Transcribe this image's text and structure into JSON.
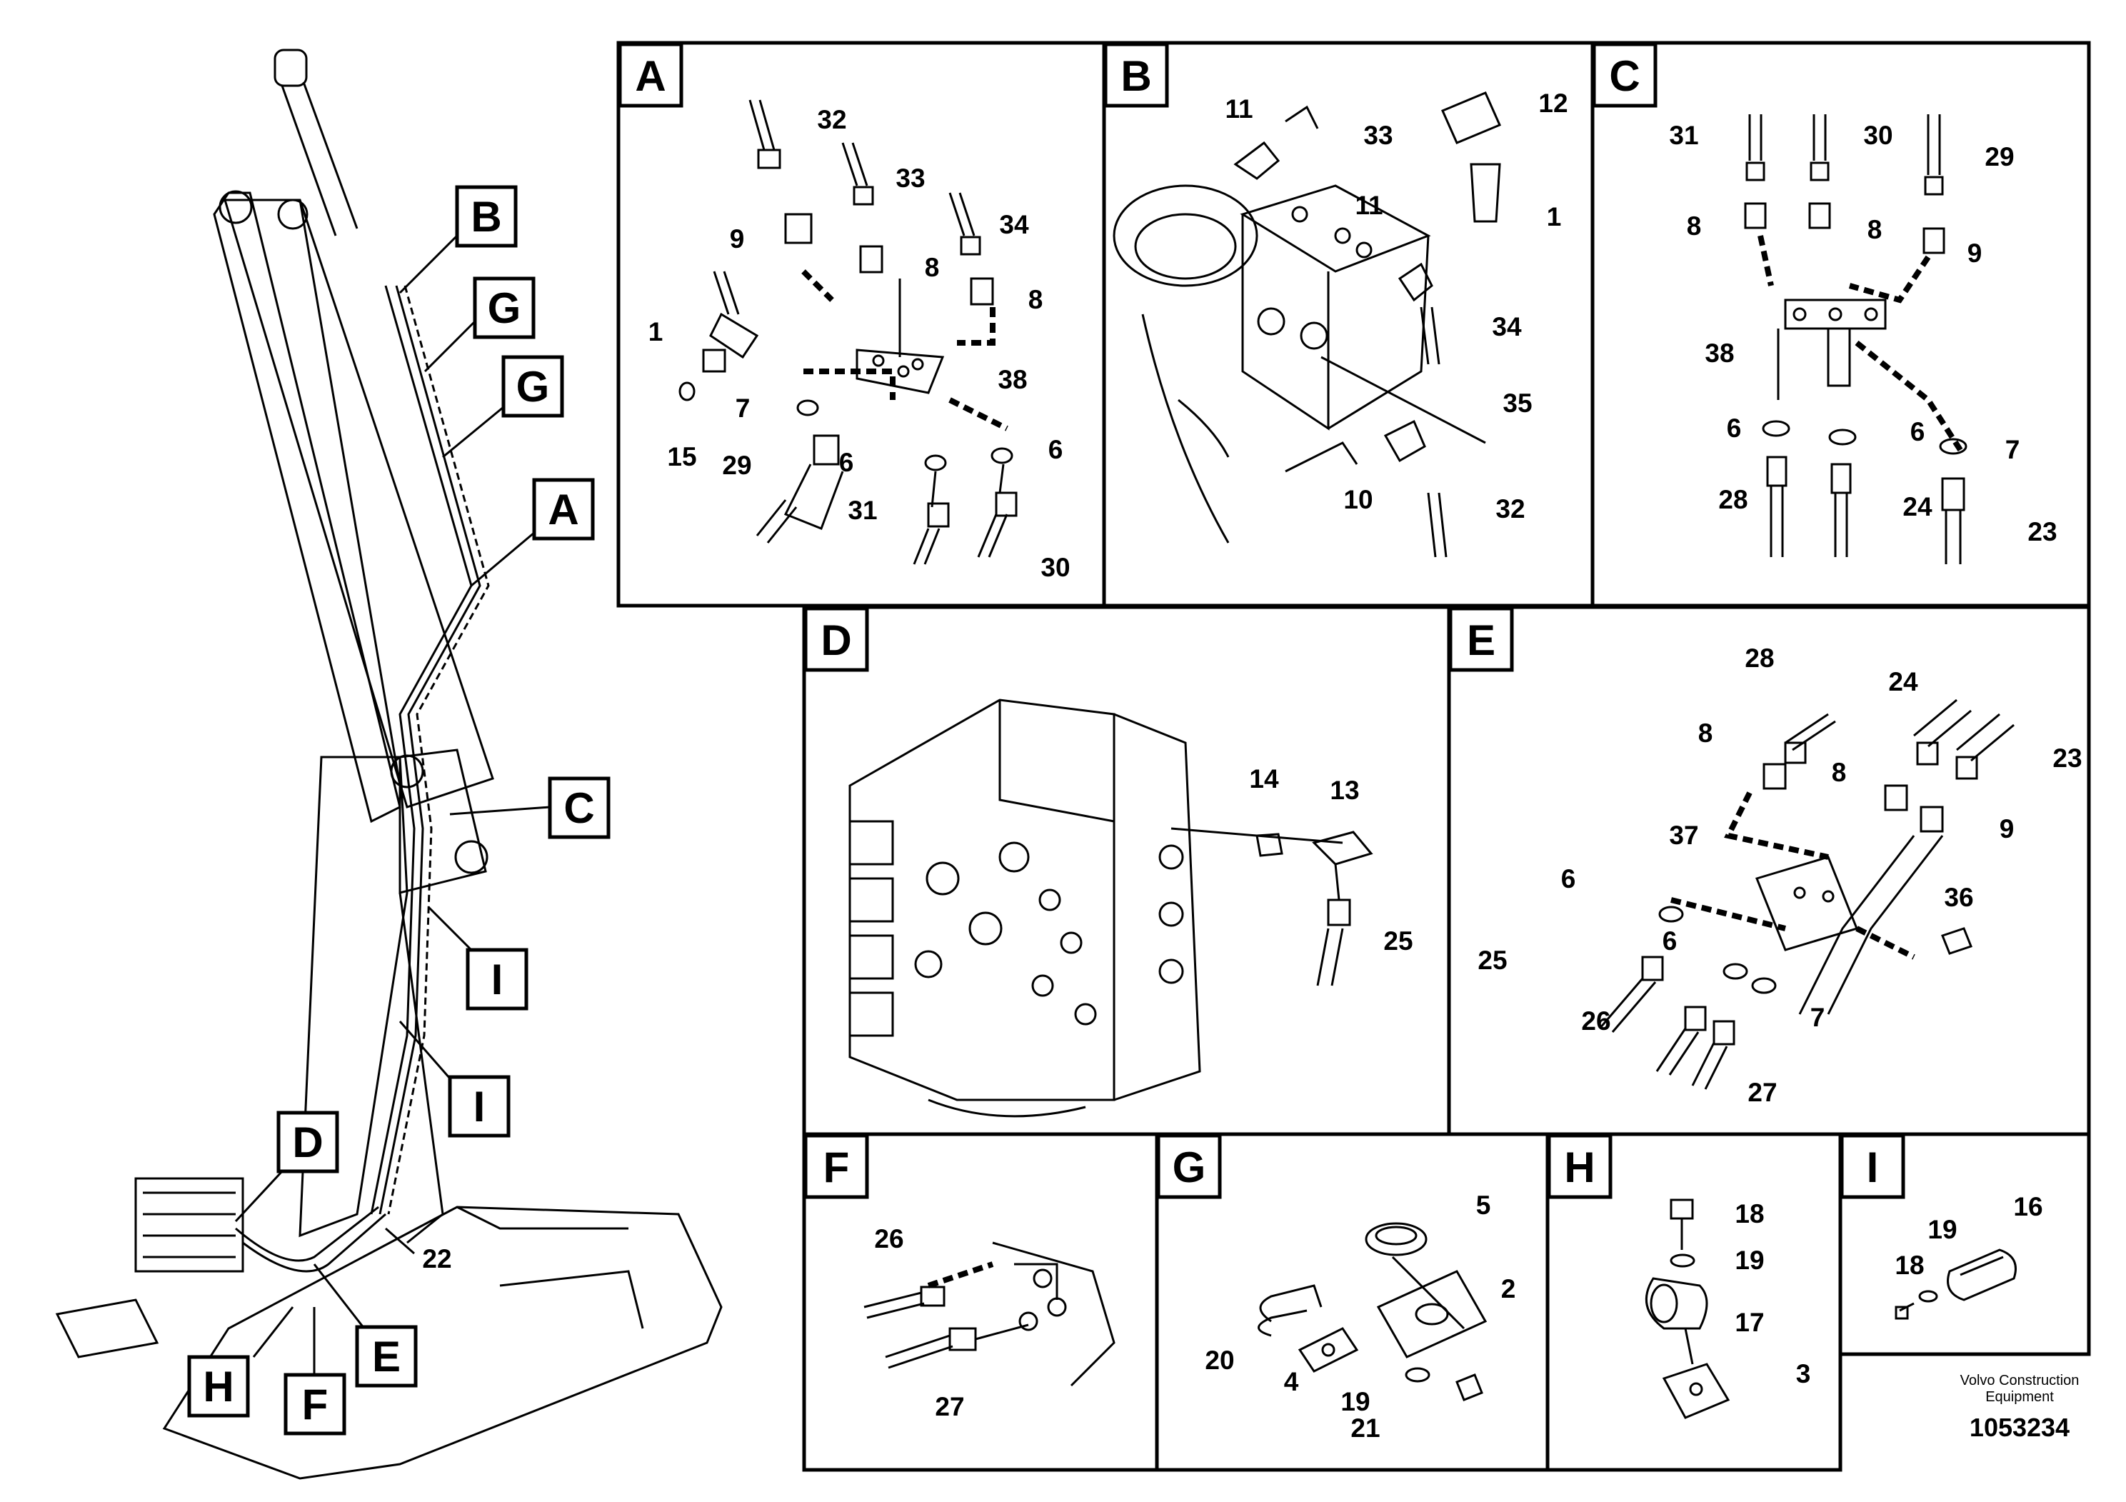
{
  "brand_line1": "Volvo Construction",
  "brand_line2": "Equipment",
  "doc_number": "1053234",
  "panels": [
    {
      "id": "A",
      "parts": [
        "32",
        "33",
        "34",
        "9",
        "8",
        "8",
        "1",
        "38",
        "7",
        "6",
        "6",
        "15",
        "29",
        "31",
        "30"
      ]
    },
    {
      "id": "B",
      "parts": [
        "11",
        "33",
        "12",
        "1",
        "11",
        "34",
        "35",
        "10",
        "32"
      ]
    },
    {
      "id": "C",
      "parts": [
        "31",
        "30",
        "29",
        "8",
        "8",
        "9",
        "38",
        "6",
        "6",
        "7",
        "28",
        "24",
        "23"
      ]
    },
    {
      "id": "D",
      "parts": [
        "14",
        "13",
        "25"
      ]
    },
    {
      "id": "E",
      "parts": [
        "28",
        "24",
        "23",
        "8",
        "8",
        "9",
        "37",
        "6",
        "36",
        "25",
        "6",
        "7",
        "26",
        "27"
      ]
    },
    {
      "id": "F",
      "parts": [
        "26",
        "27"
      ]
    },
    {
      "id": "G",
      "parts": [
        "5",
        "2",
        "20",
        "4",
        "19",
        "21"
      ]
    },
    {
      "id": "H",
      "parts": [
        "18",
        "19",
        "17",
        "3"
      ]
    },
    {
      "id": "I",
      "parts": [
        "16",
        "19",
        "18"
      ]
    }
  ],
  "overview": {
    "callouts": [
      "B",
      "G",
      "G",
      "A",
      "C",
      "I",
      "I",
      "D",
      "E",
      "H",
      "F"
    ],
    "part": "22"
  }
}
